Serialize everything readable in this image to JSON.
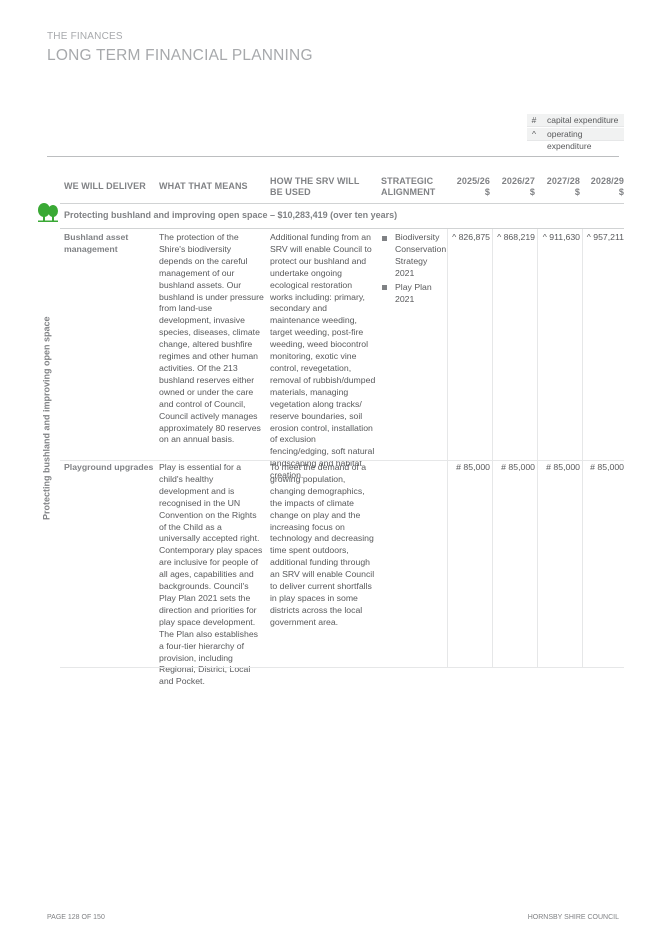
{
  "header": {
    "section": "THE FINANCES",
    "title": "LONG TERM FINANCIAL PLANNING"
  },
  "legend": [
    {
      "symbol": "#",
      "label": "capital expenditure"
    },
    {
      "symbol": "^",
      "label": "operating expenditure"
    }
  ],
  "table": {
    "headers": {
      "deliver": "WE  WILL DELIVER",
      "means": "WHAT THAT MEANS",
      "srv": "HOW THE SRV WILL BE USED",
      "alignment": "STRATEGIC ALIGNMENT",
      "y1": "2025/26",
      "y2": "2026/27",
      "y3": "2027/28",
      "y4": "2028/29",
      "unit": "$"
    },
    "section_title": "Protecting bushland and improving open space – $10,283,419 (over ten years)",
    "vertical_label": "Protecting bushland and improving open space",
    "rows": [
      {
        "deliver": "Bushland asset management",
        "means": "The protection of the Shire's biodiversity depends on the careful management of our bushland assets. Our bushland is under pressure from land-use development, invasive species, diseases, climate change, altered bushfire regimes and other human activities. Of the 213 bushland reserves either owned or under the care and control of Council, Council actively manages approximately 80 reserves on an annual basis.",
        "srv": "Additional funding from an SRV will enable Council to protect our bushland and undertake ongoing ecological restoration works including: primary, secondary and maintenance weeding, target weeding, post-fire weeding, weed biocontrol monitoring, exotic vine control, revegetation, removal of rubbish/dumped materials, managing vegetation along tracks/ reserve boundaries, soil erosion control, installation of exclusion fencing/edging, soft natural landscaping and habitat creation.",
        "alignment": [
          "Biodiversity Conservation Strategy 2021",
          "Play Plan 2021"
        ],
        "values": [
          "^ 826,875",
          "^ 868,219",
          "^ 911,630",
          "^ 957,211"
        ]
      },
      {
        "deliver": "Playground upgrades",
        "means": "Play is essential for a child's healthy development and is recognised in the UN Convention on the Rights of the Child as a universally accepted right. Contemporary play spaces are inclusive for people of all ages, capabilities and backgrounds. Council's Play Plan 2021 sets the direction and priorities for play space development. The Plan also establishes a four-tier hierarchy of provision, including Regional, District, Local and Pocket.",
        "srv": "To meet the demand of a growing population, changing demographics, the impacts of climate change on play and the increasing focus on technology and decreasing time spent outdoors, additional funding through an SRV will enable Council to deliver current shortfalls in play spaces in some districts across the local government area.",
        "alignment": [],
        "values": [
          "# 85,000",
          "# 85,000",
          "# 85,000",
          "# 85,000"
        ]
      }
    ]
  },
  "footer": {
    "page": "PAGE 128 OF 150",
    "org": "HORNSBY SHIRE COUNCIL"
  },
  "colors": {
    "accent_green": "#3aa935",
    "text": "#58595b",
    "heading": "#808285"
  }
}
